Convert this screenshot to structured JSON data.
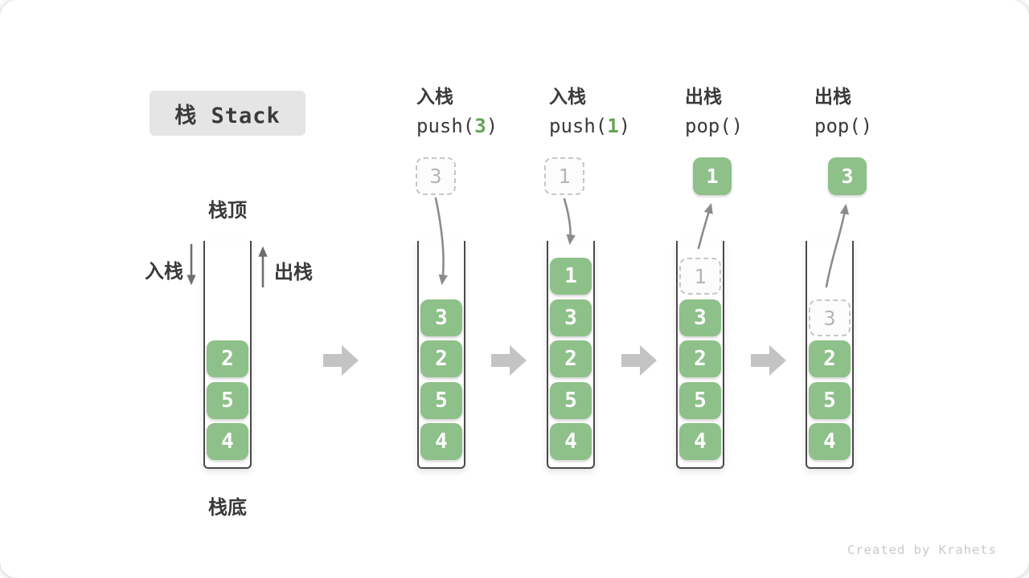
{
  "title": "栈 Stack",
  "side_labels": {
    "stack_top": "栈顶",
    "stack_bottom": "栈底",
    "push": "入栈",
    "pop": "出栈"
  },
  "operations": [
    {
      "name": "入栈",
      "code_prefix": "push(",
      "code_arg": "3",
      "code_suffix": ")"
    },
    {
      "name": "入栈",
      "code_prefix": "push(",
      "code_arg": "1",
      "code_suffix": ")"
    },
    {
      "name": "出栈",
      "code_prefix": "pop(",
      "code_arg": "",
      "code_suffix": ")"
    },
    {
      "name": "出栈",
      "code_prefix": "pop(",
      "code_arg": "",
      "code_suffix": ")"
    }
  ],
  "floating_values": {
    "push3_ghost": "3",
    "push1_ghost": "1",
    "pop1_value": "1",
    "pop3_value": "3"
  },
  "stacks": [
    {
      "blocks": [
        "2",
        "5",
        "4"
      ]
    },
    {
      "blocks": [
        "3",
        "2",
        "5",
        "4"
      ]
    },
    {
      "blocks": [
        "1",
        "3",
        "2",
        "5",
        "4"
      ]
    },
    {
      "ghost": "1",
      "blocks": [
        "3",
        "2",
        "5",
        "4"
      ]
    },
    {
      "ghost": "3",
      "blocks": [
        "2",
        "5",
        "4"
      ]
    }
  ],
  "watermark": "Created by Krahets",
  "colors": {
    "block_green": "#8EC08A",
    "code_arg_green": "#64A353",
    "title_bg": "#E5E5E5",
    "text_dark": "#3A3A3A",
    "ghost_text": "#B5B5B5",
    "ghost_border": "#C6C6C6",
    "curved_arrow": "#8C8C8C",
    "side_arrow": "#6E6E6E",
    "big_arrow": "#C3C3C3",
    "tube_border": "#4A4A4A",
    "watermark": "#C9C9C9"
  }
}
